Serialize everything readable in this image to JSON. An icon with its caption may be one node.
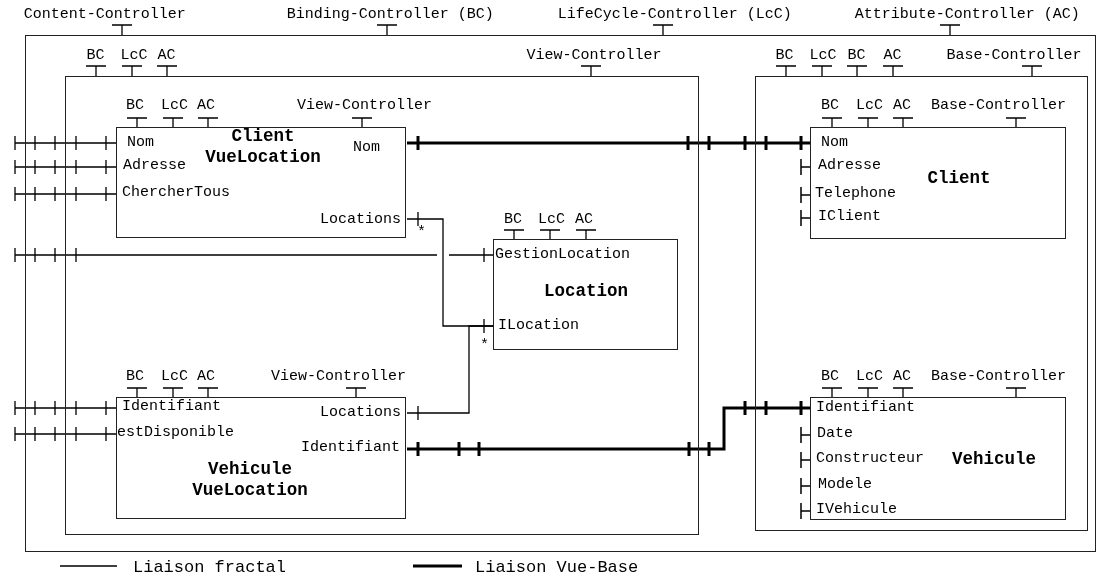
{
  "diagram": {
    "nodes": [
      {
        "text": [
          "Content-Controller",
          "Binding-Controller (BC)",
          "LifeCycle-Controller (LcC)",
          "Attribute-Controller (AC)"
        ]
      },
      {
        "text": [
          "BC",
          "LcC",
          "AC",
          "View-Controller"
        ],
        "in": 0
      },
      {
        "text": [
          "BC",
          "LcC",
          "AC",
          "View-Controller",
          "Nom",
          "Client VueLocation",
          "Nom",
          "Adresse",
          "ChercherTous",
          "Locations"
        ],
        "in": 1
      },
      {
        "text": [
          "BC",
          "LcC",
          "AC",
          "GestionLocation",
          "Location",
          "ILocation"
        ],
        "in": 1
      },
      {
        "text": [
          "BC",
          "LcC",
          "AC",
          "View-Controller",
          "Identifiant",
          "estDisponible",
          "Vehicule VueLocation",
          "Locations",
          "Identifiant"
        ],
        "in": 1
      },
      {
        "text": [
          "BC",
          "LcC",
          "BC",
          "AC",
          "Base-Controller"
        ],
        "in": 0
      },
      {
        "text": [
          "BC",
          "LcC",
          "AC",
          "Base-Controller",
          "Nom",
          "Adresse",
          "Telephone",
          "IClient",
          "Client"
        ],
        "in": 5
      },
      {
        "text": [
          "BC",
          "LcC",
          "AC",
          "Base-Controller",
          "Identifiant",
          "Date",
          "Constructeur",
          "Modele",
          "IVehicule",
          "Vehicule"
        ],
        "in": 5
      }
    ],
    "edges": [
      {
        "from": null,
        "to": 2,
        "arrow": "none"
      },
      {
        "from": null,
        "to": 2,
        "arrow": "none"
      },
      {
        "from": null,
        "to": 2,
        "arrow": "none"
      },
      {
        "from": null,
        "to": 3,
        "arrow": "none"
      },
      {
        "from": null,
        "to": 4,
        "arrow": "none"
      },
      {
        "from": null,
        "to": 4,
        "arrow": "none"
      },
      {
        "from": 2,
        "to": 3,
        "arrow": "none"
      },
      {
        "from": 4,
        "to": 3,
        "arrow": "none"
      },
      {
        "from": 2,
        "to": 6,
        "arrow": "none",
        "style": "thick"
      },
      {
        "from": 4,
        "to": 7,
        "arrow": "none",
        "style": "thick"
      }
    ],
    "labels": [
      "*",
      "*"
    ],
    "legend": [
      {
        "text": "Liaison fractal"
      },
      {
        "text": "Liaison Vue-Base"
      }
    ]
  }
}
